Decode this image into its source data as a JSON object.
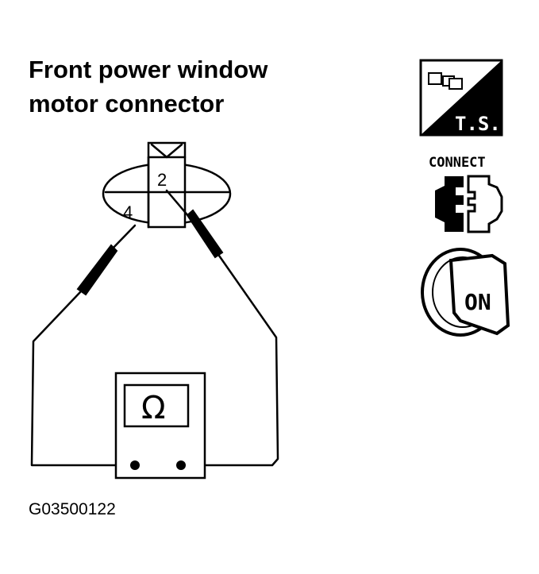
{
  "title": {
    "line1": "Front power window",
    "line2": "motor connector"
  },
  "connector": {
    "pin_a": "2",
    "pin_b": "4"
  },
  "meter": {
    "symbol": "Ω"
  },
  "icons": {
    "ts": {
      "label": "T.S.",
      "icon": "test-stand-icon"
    },
    "connect": {
      "label": "CONNECT",
      "icon": "connector-plug-icon"
    },
    "ignition": {
      "label": "ON",
      "icon": "ignition-key-icon"
    }
  },
  "figure_code": "G03500122"
}
